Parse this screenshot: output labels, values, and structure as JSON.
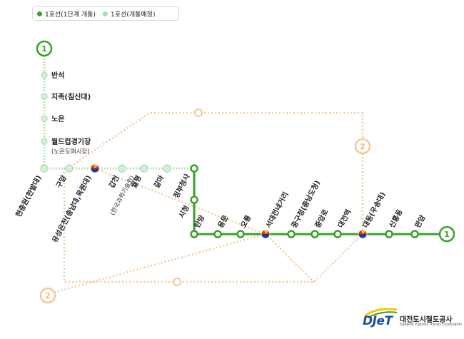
{
  "legend": {
    "open_label": "1호선(1단계 개통)",
    "planned_label": "1호선(개통예정)",
    "open_color": "#3aa02c",
    "planned_color": "#a9ddb0"
  },
  "colors": {
    "line1_open": "#3aa02c",
    "line1_planned": "#b5e2bc",
    "line2_planned": "#f3c99a",
    "transfer_red": "#e8312b",
    "transfer_yellow": "#f7c600",
    "transfer_blue": "#1b3c8f"
  },
  "terminal_badges": {
    "line1": "1",
    "line2": "2"
  },
  "stations": {
    "banseok": "반석",
    "jijok": "지족(침신대)",
    "noeun": "노은",
    "worldcup": "월드컵경기장",
    "worldcup_sub": "(노은도매시장)",
    "hyeonchungwon": "현충원(한밭대)",
    "guam": "구암",
    "yuseong": "유성온천(충남대,목원대)",
    "gapcheon": "갑천",
    "wolpyeong": "월평",
    "wolpyeong_sub": "(한국과학기술원)",
    "galma": "갈마",
    "government": "정부청사",
    "cityhall": "시청",
    "tanbang": "탄방",
    "yongmun": "용문",
    "oryong": "오룡",
    "seodaejeon": "서대전네거리",
    "junggu": "중구청(충남도청)",
    "jungangno": "중앙로",
    "daejeon_station": "대전역",
    "daedong": "대동(우송대)",
    "sinheung": "신흥동",
    "panam": "판암"
  },
  "logo": {
    "wordmark": "DJeT",
    "name": "대전도시철도공사",
    "english": "Daejeon Express Transit Corporation"
  }
}
